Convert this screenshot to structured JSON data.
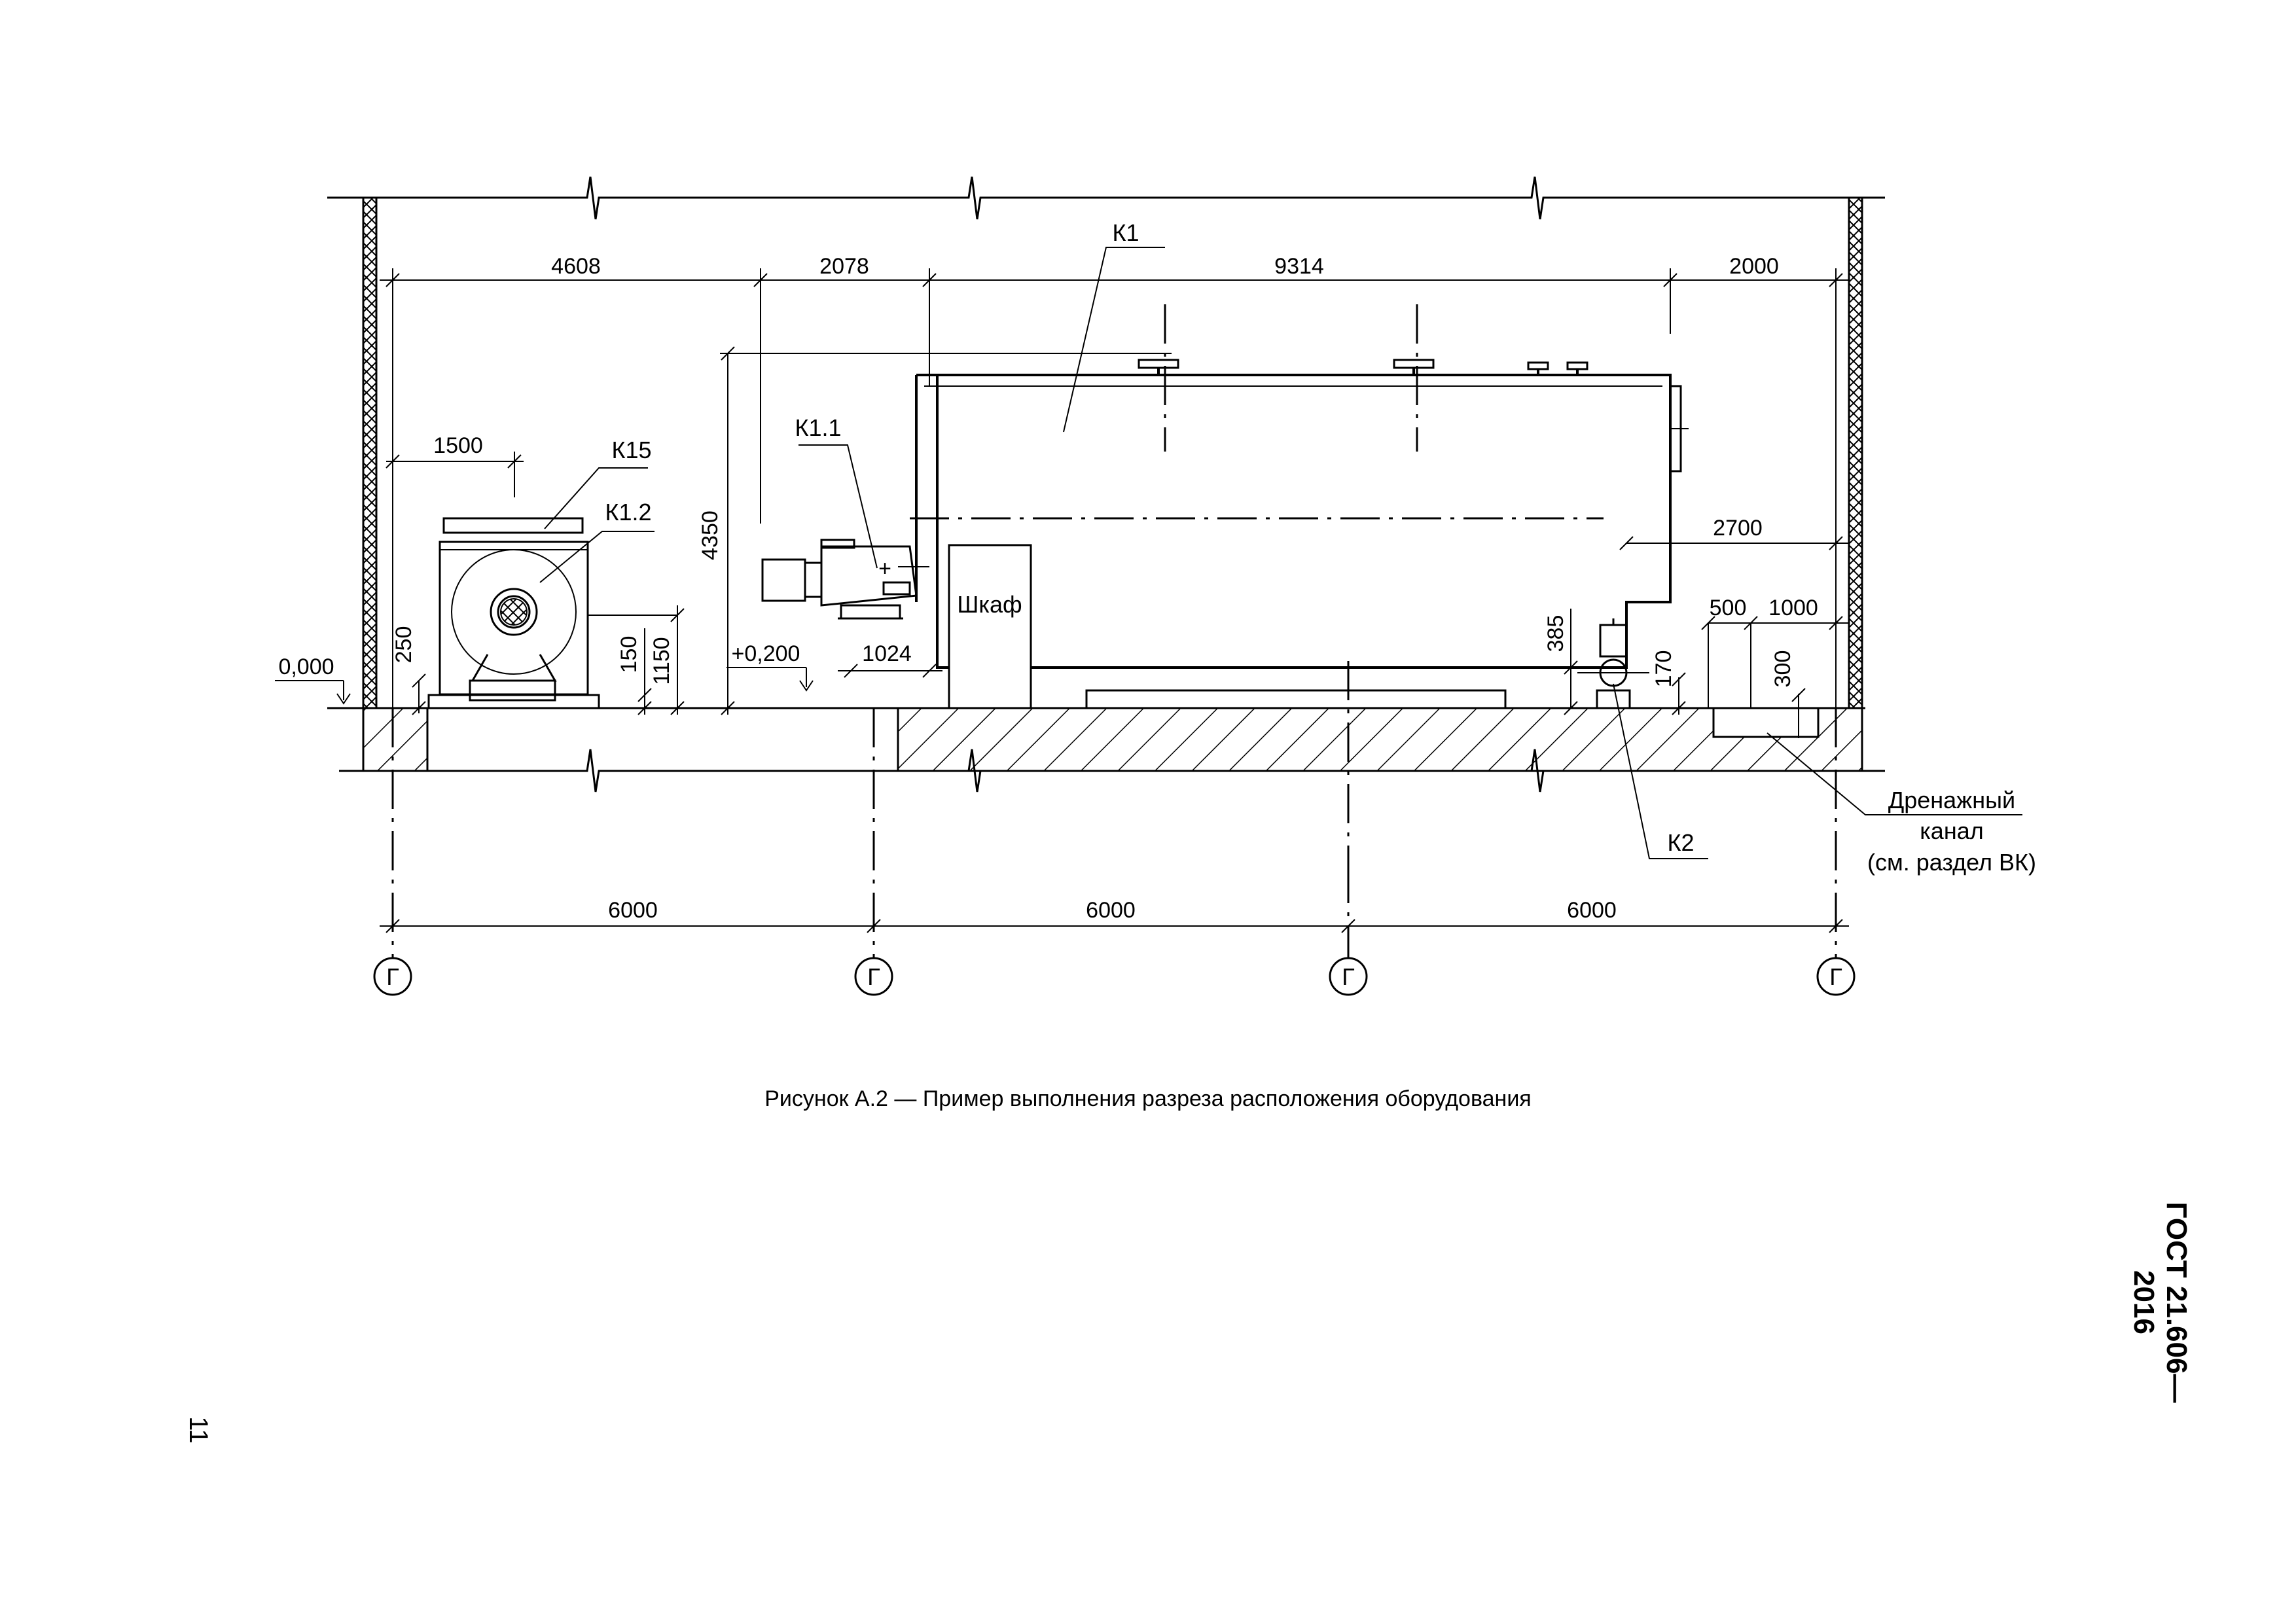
{
  "drawing": {
    "top_dims": [
      "4608",
      "2078",
      "9314",
      "2000"
    ],
    "dims": {
      "d1500": "1500",
      "d4350": "4350",
      "d250": "250",
      "d150": "150",
      "d1150": "1150",
      "d1024": "1024",
      "d2700": "2700",
      "d500": "500",
      "d1000": "1000",
      "d385": "385",
      "d170": "170",
      "d300": "300"
    },
    "levels": {
      "zero": "0,000",
      "plus": "+0,200"
    },
    "labels": {
      "k1": "К1",
      "k11": "К1.1",
      "k12": "К1.2",
      "k15": "К15",
      "k2": "К2",
      "cabinet": "Шкаф",
      "drain_1": "Дренажный",
      "drain_2": "канал",
      "drain_3": "(см. раздел ВК)"
    },
    "axis_dims": [
      "6000",
      "6000",
      "6000"
    ],
    "axis_letters": [
      "Г",
      "Г",
      "Г",
      "Г"
    ]
  },
  "caption": "Рисунок  А.2 — Пример выполнения разреза расположения оборудования",
  "standard": "ГОСТ 21.606—2016",
  "page_number": "11"
}
